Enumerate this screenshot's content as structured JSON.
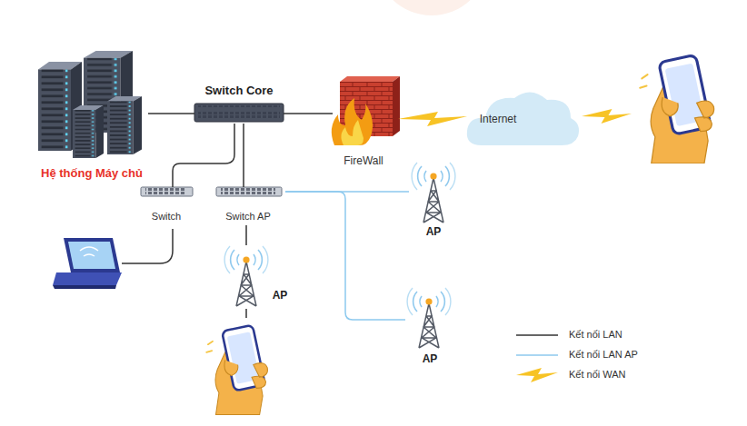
{
  "diagram": {
    "nodes": [
      {
        "text": [
          "Hệ thống Máy chủ"
        ]
      },
      {
        "text": [
          "Switch Core"
        ]
      },
      {
        "text": [
          "FireWall"
        ]
      },
      {
        "text": [
          "Internet"
        ]
      },
      {
        "text": [
          "Switch"
        ]
      },
      {
        "text": [
          "Switch AP"
        ]
      },
      {
        "text": [
          "AP"
        ]
      },
      {
        "text": [
          "AP"
        ]
      },
      {
        "text": [
          "AP"
        ]
      }
    ],
    "edges": [
      {
        "from": 0,
        "to": 1,
        "arrow": "none"
      },
      {
        "from": 1,
        "to": 2,
        "arrow": "none"
      },
      {
        "from": 2,
        "to": 3,
        "arrow": "none"
      },
      {
        "from": 1,
        "to": 4,
        "arrow": "none"
      },
      {
        "from": 1,
        "to": 5,
        "arrow": "none"
      },
      {
        "from": 5,
        "to": 6,
        "arrow": "none"
      },
      {
        "from": 5,
        "to": 7,
        "arrow": "none"
      },
      {
        "from": 5,
        "to": 8,
        "arrow": "none"
      }
    ],
    "legend": [
      {
        "text": "Kết nối LAN"
      },
      {
        "text": "Kết nối LAN AP"
      },
      {
        "text": "Kết nối WAN"
      }
    ]
  }
}
